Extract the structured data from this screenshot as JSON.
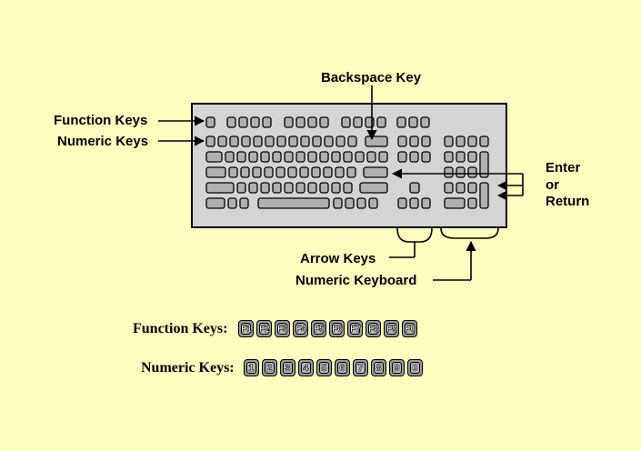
{
  "callouts": {
    "backspace": "Backspace Key",
    "function_keys": "Function Keys",
    "numeric_keys": "Numeric Keys",
    "enter": "Enter",
    "or": "or",
    "return": "Return",
    "arrow_keys": "Arrow Keys",
    "numeric_keyboard": "Numeric Keyboard"
  },
  "legend": {
    "function_title": "Function Keys:",
    "function_keys": [
      "F1",
      "F2",
      "F3",
      "F4",
      "F5",
      "F6",
      "F7",
      "F8",
      "F9",
      "F0"
    ],
    "numeric_title": "Numeric Keys:",
    "numeric_keys": [
      "1",
      "2",
      "3",
      "4",
      "5",
      "6",
      "7",
      "8",
      "9",
      "0"
    ]
  },
  "colors": {
    "background": "#ffffc0",
    "keyboard_body": "#d4d4d4",
    "key_fill": "#b0b0b0"
  },
  "icons": {
    "keyboard": "keyboard-icon",
    "arrow": "arrow-icon"
  }
}
